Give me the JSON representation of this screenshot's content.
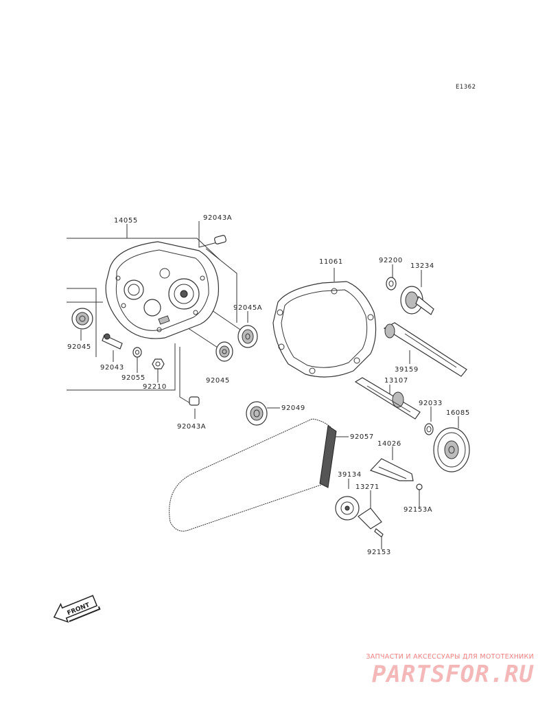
{
  "diagram_code": "E1362",
  "parts": {
    "p14055": "14055",
    "p92043A_top": "92043A",
    "p11061": "11061",
    "p92200": "92200",
    "p13234": "13234",
    "p92045A": "92045A",
    "p92045_left": "92045",
    "p92043": "92043",
    "p92055": "92055",
    "p92210": "92210",
    "p92045_mid": "92045",
    "p39159": "39159",
    "p13107": "13107",
    "p92033": "92033",
    "p16085": "16085",
    "p92049": "92049",
    "p92043A_bottom": "92043A",
    "p92057": "92057",
    "p14026": "14026",
    "p39134": "39134",
    "p13271": "13271",
    "p92153A": "92153A",
    "p92153": "92153"
  },
  "front_label": "FRONT",
  "watermark": {
    "tagline": "ЗАПЧАСТИ И АКСЕССУАРЫ ДЛЯ МОТОТЕХНИКИ",
    "brand": "PARTSFOR.RU"
  },
  "colors": {
    "line": "#333333",
    "watermark": "#f08080"
  }
}
